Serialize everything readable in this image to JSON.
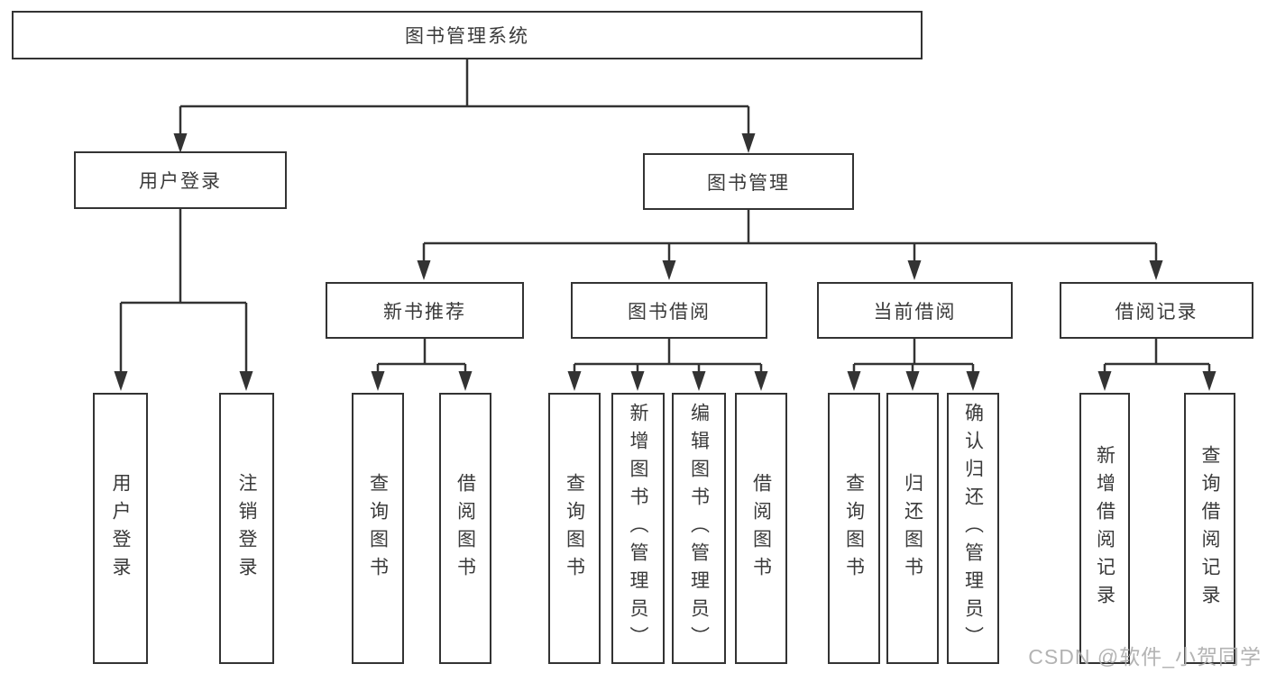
{
  "tree": {
    "root": "图书管理系统",
    "children": [
      {
        "label": "用户登录",
        "children": [
          "用户登录",
          "注销登录"
        ]
      },
      {
        "label": "图书管理",
        "children": [
          {
            "label": "新书推荐",
            "children": [
              "查询图书",
              "借阅图书"
            ]
          },
          {
            "label": "图书借阅",
            "children": [
              "查询图书",
              "新增图书（管理员）",
              "编辑图书（管理员）",
              "借阅图书"
            ]
          },
          {
            "label": "当前借阅",
            "children": [
              "查询图书",
              "归还图书",
              "确认归还（管理员）"
            ]
          },
          {
            "label": "借阅记录",
            "children": [
              "新增借阅记录",
              "查询借阅记录"
            ]
          }
        ]
      }
    ]
  },
  "watermark": "CSDN @软件_小贺同学",
  "colors": {
    "line": "#333333",
    "box_border": "#333333",
    "text": "#3a3a3a",
    "watermark": "#acacac",
    "background": "#ffffff"
  }
}
